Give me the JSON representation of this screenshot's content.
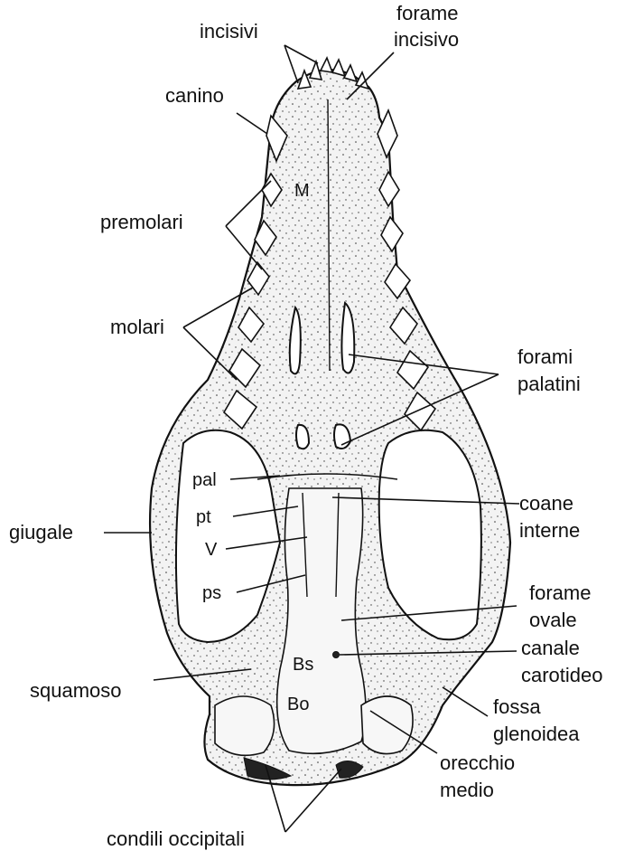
{
  "figure": {
    "labels": {
      "incisivi": "incisivi",
      "forame_incisivo_1": "forame",
      "forame_incisivo_2": "incisivo",
      "canino": "canino",
      "premolari": "premolari",
      "molari": "molari",
      "forami_palatini_1": "forami",
      "forami_palatini_2": "palatini",
      "giugale": "giugale",
      "coane_interne_1": "coane",
      "coane_interne_2": "interne",
      "forame_ovale_1": "forame",
      "forame_ovale_2": "ovale",
      "canale_carotideo_1": "canale",
      "canale_carotideo_2": "carotideo",
      "squamoso": "squamoso",
      "fossa_glenoidea_1": "fossa",
      "fossa_glenoidea_2": "glenoidea",
      "orecchio_medio_1": "orecchio",
      "orecchio_medio_2": "medio",
      "condili_occipitali": "condili occipitali",
      "M": "M",
      "pal": "pal",
      "pt": "pt",
      "V": "V",
      "ps": "ps",
      "Bs": "Bs",
      "Bo": "Bo"
    }
  }
}
